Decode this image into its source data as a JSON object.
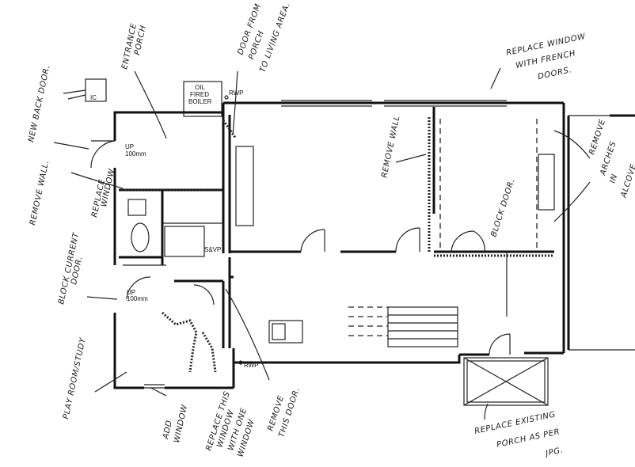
{
  "notes": {
    "new_back_door": "NEW BACK DOOR.",
    "entrance_porch_1": "ENTRANCE",
    "entrance_porch_2": "PORCH",
    "door_from_porch_1": "DOOR FROM",
    "door_from_porch_2": "PORCH",
    "door_from_porch_3": "TO LIVING AREA.",
    "replace_window_french_1": "REPLACE WINDOW",
    "replace_window_french_2": "WITH FRENCH",
    "replace_window_french_3": "DOORS.",
    "remove_wall_top": "REMOVE WALL",
    "remove_arches_1": "REMOVE",
    "remove_arches_2": "ARCHES",
    "remove_arches_3": "IN",
    "remove_arches_4": "ALCOVE",
    "block_door": "BLOCK DOOR.",
    "remove_wall_left": "REMOVE WALL.",
    "replace_window_1": "REPLACE",
    "replace_window_2": "WINDOW",
    "block_current_door_1": "BLOCK CURRENT",
    "block_current_door_2": "DOOR.",
    "play_room_study": "PLAY ROOM/STUDY",
    "add_window_1": "ADD",
    "add_window_2": "WINDOW",
    "replace_this_window_1": "REPLACE THIS",
    "replace_this_window_2": "WINDOW",
    "replace_this_window_3": "WITH ONE",
    "replace_this_window_4": "WINDOW",
    "remove_this_door_1": "REMOVE",
    "remove_this_door_2": "THIS DOOR.",
    "replace_porch_1": "REPLACE EXISTING",
    "replace_porch_2": "PORCH AS PER",
    "replace_porch_3": "JPG."
  },
  "labels": {
    "ic": "IC",
    "oil_1": "OIL",
    "oil_2": "FIRED",
    "oil_3": "BOILER",
    "rwp_top": "RWP",
    "rwp_bottom": "RWP",
    "up_1": "UP",
    "up_2": "100mm",
    "up_lower_1": "UP",
    "up_lower_2": "100mm",
    "svp": "S&VP",
    "wc_text": "▪"
  }
}
